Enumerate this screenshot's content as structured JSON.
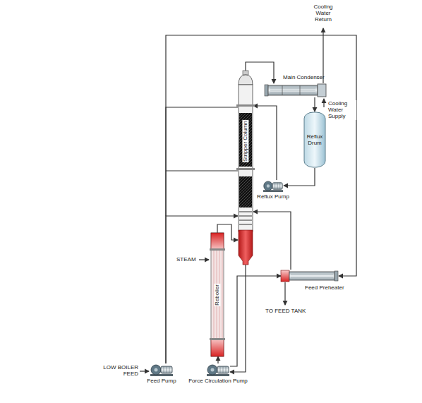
{
  "diagram": {
    "nodes": [
      {
        "text": [
          "Main Condenser"
        ]
      },
      {
        "text": [
          "Reflux Drum"
        ]
      },
      {
        "text": [
          "Stripper Column"
        ]
      },
      {
        "text": [
          "Reflux Pump"
        ]
      },
      {
        "text": [
          "Reboiler"
        ]
      },
      {
        "text": [
          "Feed Preheater"
        ]
      },
      {
        "text": [
          "Feed Pump"
        ]
      },
      {
        "text": [
          "Force Circulation Pump"
        ]
      }
    ],
    "edges": [
      {
        "from": 2,
        "to": 0,
        "arrow": "to"
      },
      {
        "from": 0,
        "to": 1,
        "arrow": "to"
      },
      {
        "from": 1,
        "to": 3,
        "arrow": "to"
      },
      {
        "from": 3,
        "to": 2,
        "arrow": "to"
      },
      {
        "from": 2,
        "to": 7,
        "arrow": "to"
      },
      {
        "from": 7,
        "to": 4,
        "arrow": "to"
      },
      {
        "from": 4,
        "to": 2,
        "arrow": "to"
      },
      {
        "from": 7,
        "to": 5,
        "arrow": "to"
      },
      {
        "from": 5,
        "to": 2,
        "arrow": "to"
      },
      {
        "from": 6,
        "to": 2,
        "arrow": "to"
      },
      {
        "from": 6,
        "to": 5,
        "arrow": "to"
      }
    ],
    "labels": [
      "Cooling Water Return",
      "Cooling Water Supply",
      "STEAM",
      "TO FEED TANK",
      "LOW BOILER FEED"
    ]
  }
}
